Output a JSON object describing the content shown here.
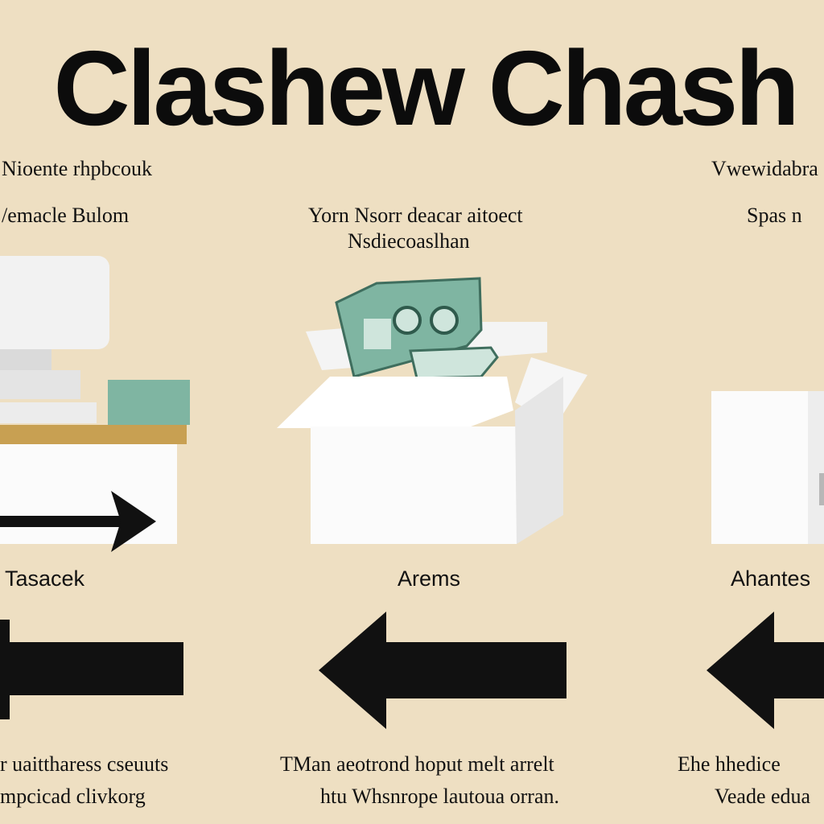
{
  "title": "Clashew Chash",
  "columns": [
    {
      "heading": "Nioente rhpbcouk",
      "subheading": "/emacle Bulom",
      "illustration": "computer-desk",
      "caption": "Tasacek",
      "footer": [
        "r uaittharess cseuuts",
        "mpcicad clivkorg"
      ]
    },
    {
      "heading": "",
      "subheading": "Yorn Nsorr deacar aitoect",
      "subheading2": "Nsdiecoaslhan",
      "illustration": "box-with-money",
      "caption": "Arems",
      "footer": [
        "TMan aeotrond hoput melt arrelt",
        "htu Whsnrope lautoua orran."
      ]
    },
    {
      "heading": "Vwewidabra",
      "subheading": "Spas n",
      "illustration": "white-box",
      "caption": "Ahantes",
      "footer": [
        "Ehe hhedice",
        "Veade edua"
      ]
    }
  ],
  "colors": {
    "background": "#eedfc2",
    "ink": "#111111",
    "teal": "#7fb5a2",
    "desk": "#c8a052",
    "white": "#fbfbfb"
  }
}
